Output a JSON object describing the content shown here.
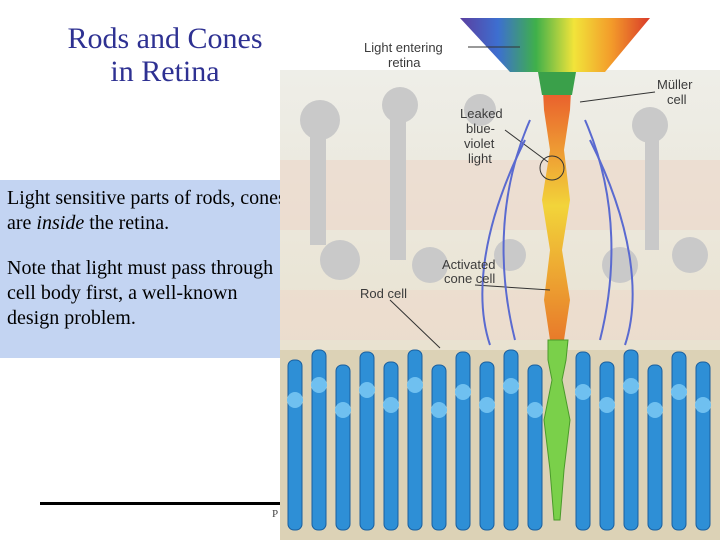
{
  "slide": {
    "title_line1": "Rods and Cones",
    "title_line2": "in Retina",
    "body_para1_a": "Light sensitive parts of rods, cones are ",
    "body_para1_em": "inside",
    "body_para1_b": " the retina.",
    "body_para2": "Note that light must pass through cell body first, a well-known design problem.",
    "footer_partial": "P"
  },
  "figure": {
    "labels": {
      "light_entering_1": "Light entering",
      "light_entering_2": "retina",
      "muller_1": "Müller",
      "muller_2": "cell",
      "leaked_1": "Leaked",
      "leaked_2": "blue-",
      "leaked_3": "violet",
      "leaked_4": "light",
      "activated_1": "Activated",
      "activated_2": "cone cell",
      "rod_cell": "Rod cell"
    }
  }
}
